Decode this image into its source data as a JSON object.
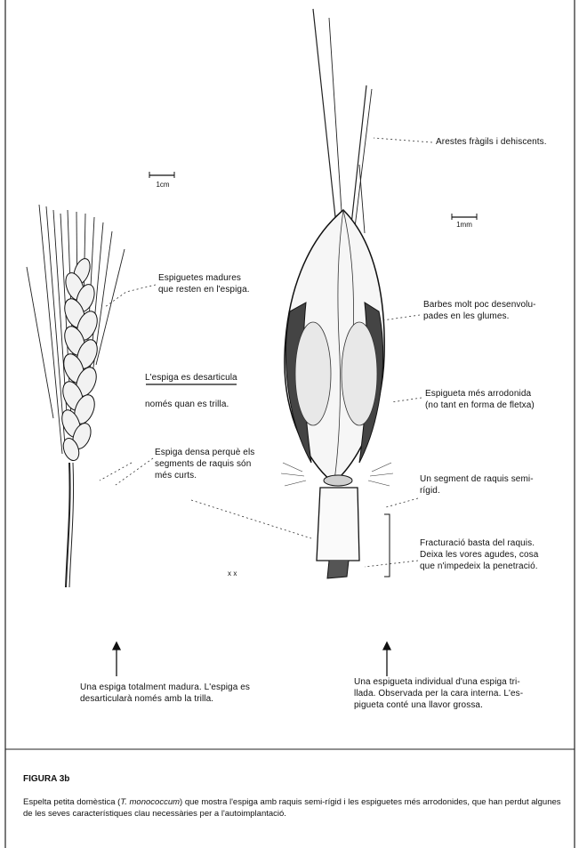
{
  "scale_bars": {
    "left": "1cm",
    "right": "1mm"
  },
  "labels": {
    "arestes": "Arestes fràgils i dehiscents.",
    "espiguetes_madures": "Espiguetes madures\nque resten en l'espiga.",
    "desarticula": "L'espiga es desarticula\nnomés quan es trilla.",
    "espiga_densa": "Espiga densa perquè els\nsegments de raquis són\nmés curts.",
    "barbes": "Barbes molt poc desenvolu-\npades en les glumes.",
    "espigueta_arrodonida": "Espigueta més arrodonida\n(no tant en forma de fletxa)",
    "segment_raquis": "Un segment de raquis semi-\nrígid.",
    "fracturacio": "Fracturació basta del raquis.\nDeixa les vores agudes, cosa\nque n'impedeix la penetració.",
    "mark": "x x"
  },
  "captions": {
    "left": "Una espiga totalment madura. L'espiga es\ndesarticularà només amb la trilla.",
    "right": "Una espigueta individual d'una espiga tri-\nllada. Observada per la cara interna. L'es-\npigueta conté una llavor grossa."
  },
  "figure": {
    "title": "FIGURA 3b",
    "caption_pre": "Espelta petita domèstica (",
    "caption_species": "T. monococcum",
    "caption_post": ") que mostra l'espiga amb raquis semi-rígid i les espiguetes més arrodonides, que han perdut algunes de les seves característiques clau necessàries per a l'autoimplantació."
  }
}
